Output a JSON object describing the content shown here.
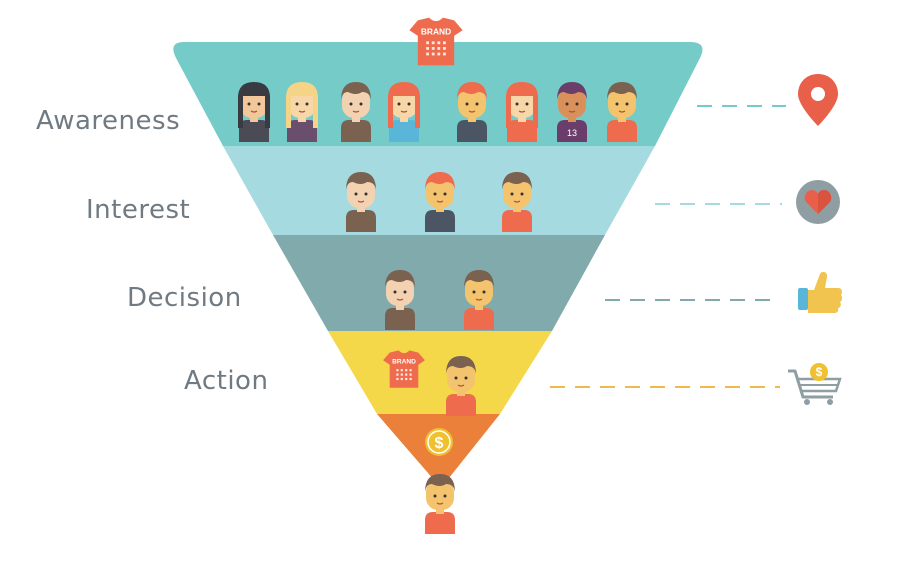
{
  "stages": [
    {
      "label": "Awareness",
      "color": "#74cbc8",
      "line_color": "#74cbc8",
      "icon": "location-pin-icon",
      "people": 8
    },
    {
      "label": "Interest",
      "color": "#a5dbe0",
      "line_color": "#a5dbe0",
      "icon": "heart-icon",
      "people": 3
    },
    {
      "label": "Decision",
      "color": "#81aaad",
      "line_color": "#81aaad",
      "icon": "thumbs-up-icon",
      "people": 2
    },
    {
      "label": "Action",
      "color": "#f4d849",
      "line_color": "#f0b84d",
      "icon": "shopping-cart-icon",
      "people": 1
    },
    {
      "label": "",
      "color": "#ea8039",
      "icon": "dollar-coin-icon"
    }
  ],
  "brand_text": "BRAND",
  "jersey_number": "13",
  "currency_symbol": "$",
  "colors": {
    "pin": "#e8604a",
    "heart_bg": "#8f9ea3",
    "heart": "#e8604a",
    "thumb": "#f0c44f",
    "cuff": "#5ab6d8",
    "cart": "#8f9ea3",
    "coin": "#f0c030",
    "shirt": "#ee6b4d",
    "skin": "#f4c36e"
  }
}
